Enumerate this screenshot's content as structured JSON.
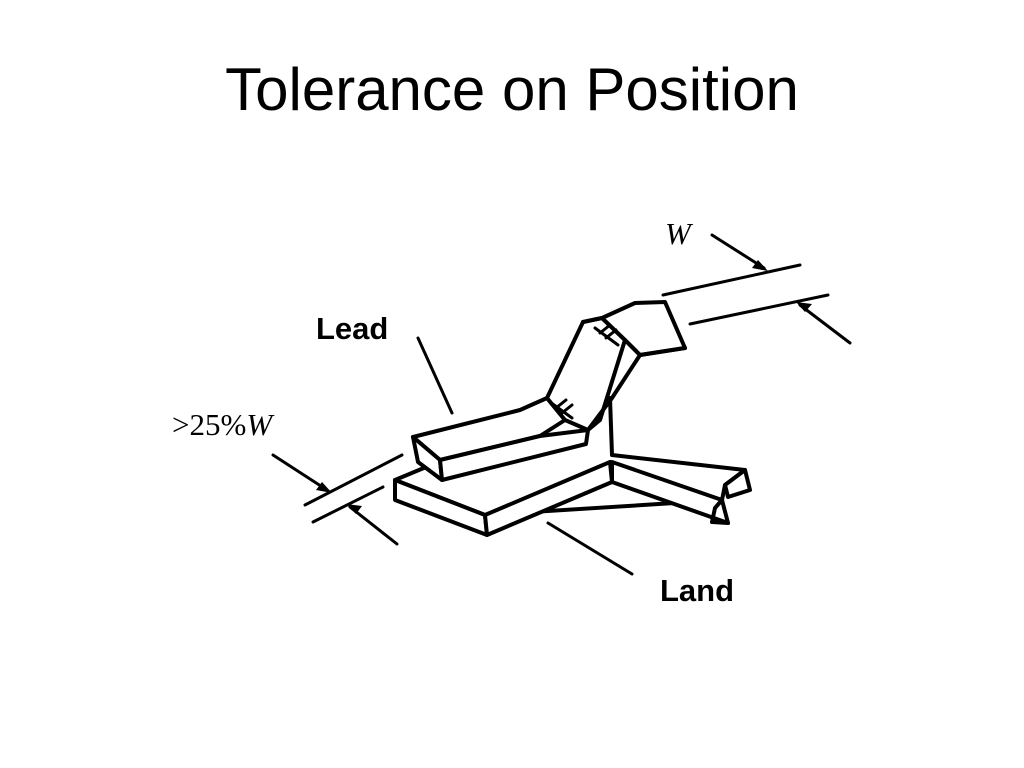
{
  "slide": {
    "title": "Tolerance on Position"
  },
  "diagram": {
    "labels": {
      "lead": "Lead",
      "land": "Land",
      "width_symbol": "W",
      "overhang_prefix": ">25%",
      "overhang_symbol": "W"
    },
    "colors": {
      "ink": "#000000",
      "background": "#ffffff"
    }
  }
}
